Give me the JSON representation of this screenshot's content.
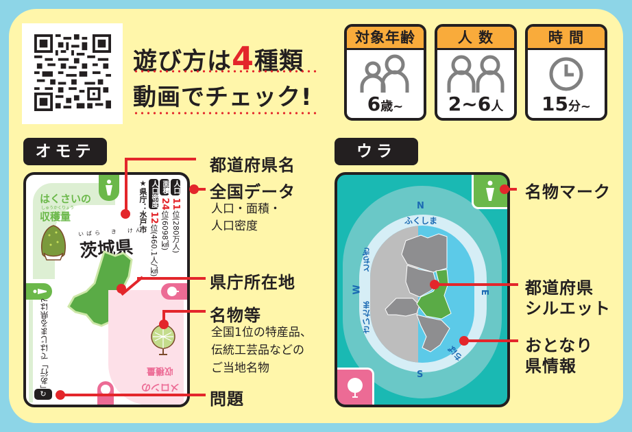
{
  "header": {
    "qr_code": "qr-code",
    "title_line1_pre": "遊び方は",
    "title_line1_num": "4",
    "title_line1_post": "種類",
    "title_line2": "動画でチェック!"
  },
  "info_boxes": [
    {
      "label": "対象年齢",
      "icon": "two-people-icon",
      "value": "6",
      "unit": "歳~"
    },
    {
      "label": "人 数",
      "icon": "two-people-icon",
      "value": "2~6",
      "unit": "人"
    },
    {
      "label": "時 間",
      "icon": "clock-icon",
      "value": "15",
      "unit": "分~"
    }
  ],
  "front": {
    "tag": "オモテ",
    "card": {
      "specialty_title": "はくさいの",
      "specialty_ruby": "しゅうかくりょう",
      "specialty_subtitle": "収穫量",
      "prefecture_ruby": "いばら　き　けん",
      "prefecture_name": "茨城県",
      "stats": [
        {
          "tag": "人口",
          "rank": "11",
          "suffix": "位(280万人)"
        },
        {
          "tag": "面積",
          "rank": "24",
          "suffix": "位(6098㎢)"
        },
        {
          "tag": "人口密度",
          "rank": "12",
          "suffix": "位(460.1人/㎢)"
        }
      ],
      "capital": "★県庁：水戸市",
      "question": "「あ行」ではじまる県は?",
      "bottom_specialty_title": "メロンの",
      "bottom_specialty_subtitle": "収穫量"
    },
    "labels": [
      {
        "main": "都道府県名"
      },
      {
        "main": "全国データ",
        "sub": [
          "人口・面積・",
          "人口密度"
        ]
      },
      {
        "main": "県庁所在地"
      },
      {
        "main": "名物等",
        "sub": [
          "全国1位の特産品、",
          "伝統工芸品などの",
          "ご当地名物"
        ]
      },
      {
        "main": "問題"
      }
    ]
  },
  "back": {
    "tag": "ウラ",
    "card": {
      "compass": {
        "n": "N",
        "s": "S",
        "e": "E",
        "w": "W"
      },
      "neighbors": {
        "north": "ふくしま",
        "west_top": "とちぎ",
        "west_bottom": "さいたま",
        "south": "ちば"
      }
    },
    "labels": [
      {
        "main": "名物マーク"
      },
      {
        "main": "都道府県",
        "main2": "シルエット"
      },
      {
        "main": "おとなり",
        "main2": "県情報"
      }
    ]
  },
  "colors": {
    "background": "#8dd5e7",
    "panel": "#fff6aa",
    "accent_red": "#e3262b",
    "orange": "#f9ab3b",
    "green": "#5aab46",
    "pink": "#ec6b95",
    "teal": "#1ab9b3"
  }
}
